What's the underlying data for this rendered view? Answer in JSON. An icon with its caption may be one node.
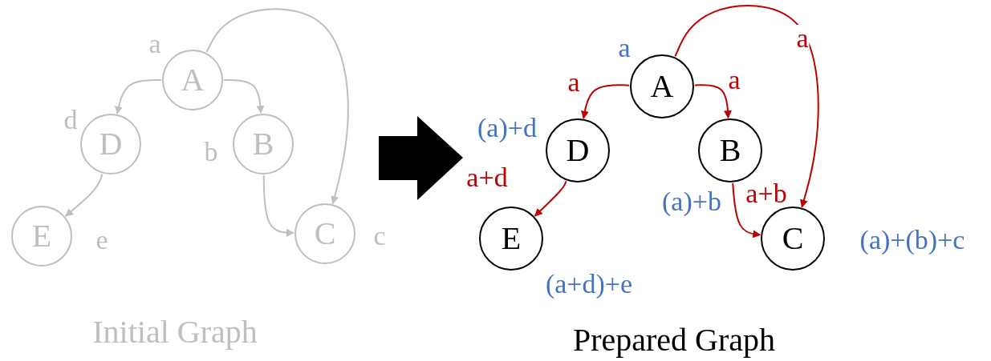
{
  "diagram": {
    "nodes": [
      {
        "text": [
          "A"
        ],
        "beside": [
          "a"
        ]
      },
      {
        "text": [
          "D"
        ],
        "beside": [
          "d"
        ]
      },
      {
        "text": [
          "B"
        ],
        "beside": [
          "b"
        ]
      },
      {
        "text": [
          "E"
        ],
        "beside": [
          "e"
        ]
      },
      {
        "text": [
          "C"
        ],
        "beside": [
          "c"
        ]
      },
      {
        "text": [
          "A"
        ],
        "beside": [
          "a"
        ]
      },
      {
        "text": [
          "D"
        ],
        "beside": [
          "(a)+d"
        ]
      },
      {
        "text": [
          "B"
        ],
        "beside": [
          "(a)+b"
        ]
      },
      {
        "text": [
          "E"
        ],
        "beside": [
          "(a+d)+e"
        ]
      },
      {
        "text": [
          "C"
        ],
        "beside": [
          "(a)+(b)+c"
        ]
      }
    ],
    "edges": [
      {
        "from": 0,
        "to": 1,
        "arrow": "to",
        "color": "#bfbfbf"
      },
      {
        "from": 0,
        "to": 2,
        "arrow": "to",
        "color": "#bfbfbf"
      },
      {
        "from": 0,
        "to": 4,
        "arrow": "to",
        "color": "#bfbfbf"
      },
      {
        "from": 1,
        "to": 3,
        "arrow": "to",
        "color": "#bfbfbf"
      },
      {
        "from": 2,
        "to": 4,
        "arrow": "to",
        "color": "#bfbfbf"
      },
      {
        "from": 5,
        "to": 6,
        "arrow": "to",
        "label": "a",
        "color": "#c00000"
      },
      {
        "from": 5,
        "to": 7,
        "arrow": "to",
        "label": "a",
        "color": "#c00000"
      },
      {
        "from": 5,
        "to": 9,
        "arrow": "to",
        "label": "a",
        "color": "#c00000"
      },
      {
        "from": 6,
        "to": 8,
        "arrow": "to",
        "label": "a+d",
        "color": "#c00000"
      },
      {
        "from": 7,
        "to": 9,
        "arrow": "to",
        "label": "a+b",
        "color": "#c00000"
      }
    ],
    "labels": [
      "Initial Graph",
      "Prepared Graph"
    ]
  }
}
